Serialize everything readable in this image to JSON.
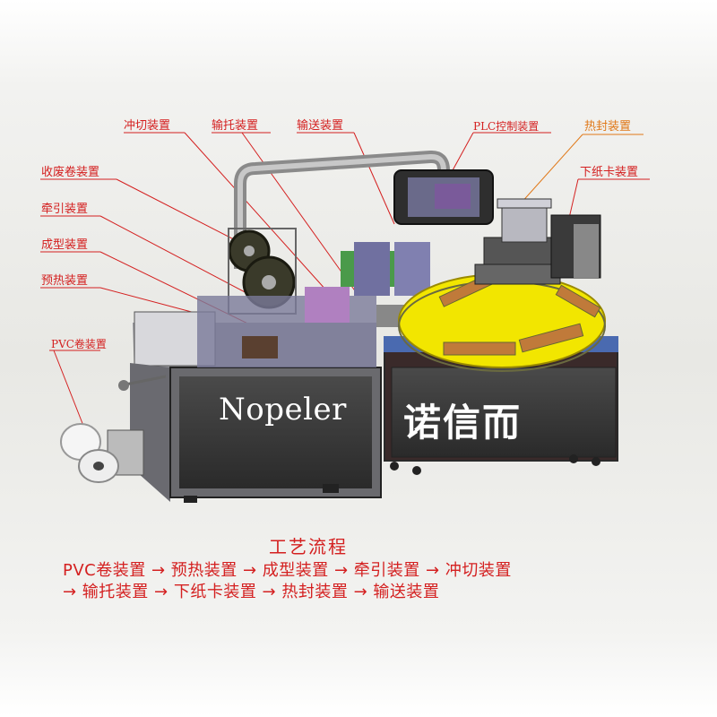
{
  "labels": {
    "punch": "冲切装置",
    "transfer_tray": "输托装置",
    "conveyor": "输送装置",
    "plc": "PLC控制装置",
    "heat_seal": "热封装置",
    "card_feeder": "下纸卡装置",
    "waste_winder": "收废卷装置",
    "traction": "牵引装置",
    "forming": "成型装置",
    "preheat": "预热装置",
    "pvc_roll": "PVC卷装置"
  },
  "brand": {
    "english": "Nopeler",
    "chinese": "诺信而"
  },
  "process": {
    "title": "工艺流程",
    "line1": "PVC卷装置 → 预热装置 → 成型装置 → 牵引装置 → 冲切装置",
    "line2": "→ 输托装置 → 下纸卡装置 → 热封装置 → 输送装置"
  },
  "colors": {
    "label_red": "#d42020",
    "label_orange": "#e07818",
    "machine_body": "#3a3a3a",
    "turntable_yellow": "#f2e600",
    "base_blue": "#4a6ab0"
  }
}
